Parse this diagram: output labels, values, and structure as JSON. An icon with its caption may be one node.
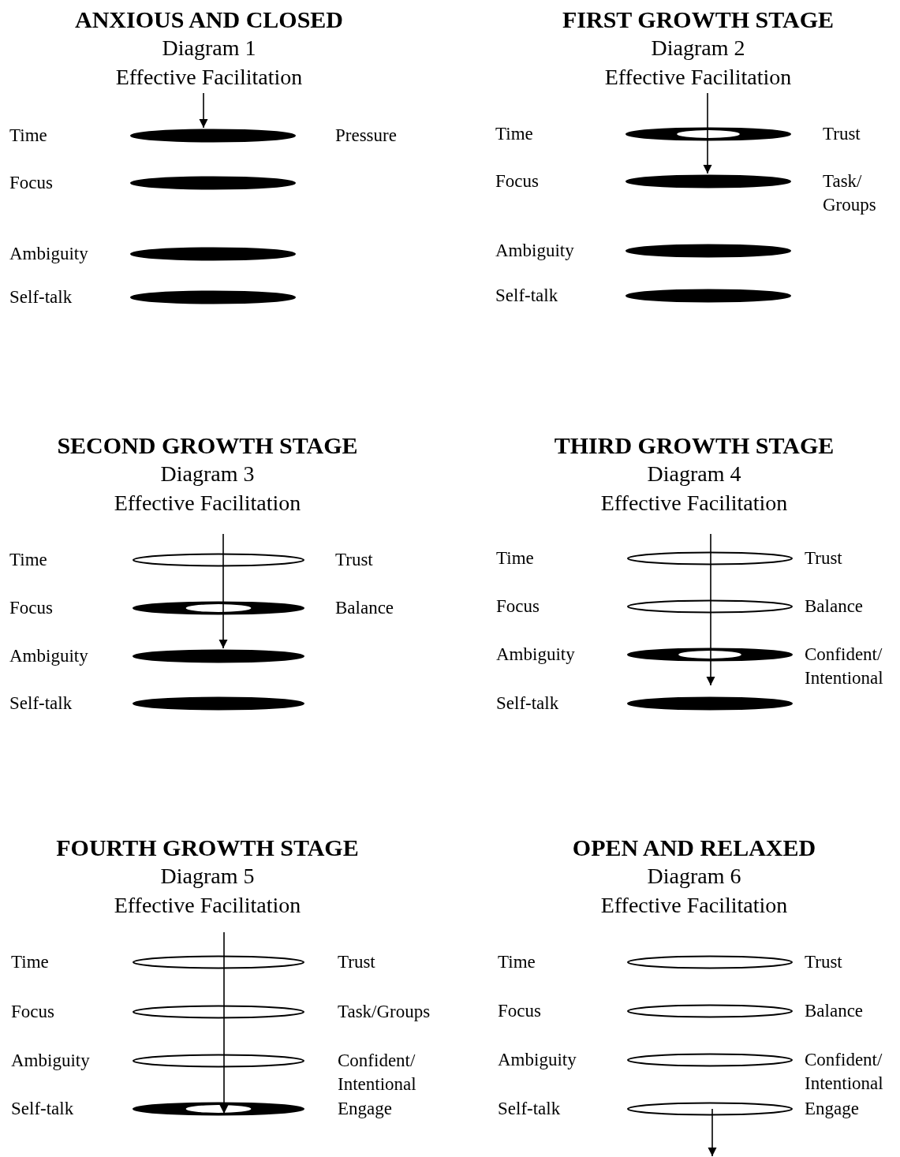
{
  "diagram": {
    "nodes": [
      {
        "text": [
          "ANXIOUS AND CLOSED",
          "Diagram 1",
          "Effective Facilitation"
        ]
      },
      {
        "text": [],
        "shape": "ellipse",
        "in": 0,
        "beside": [
          "Pressure"
        ]
      },
      {
        "text": [],
        "shape": "ellipse",
        "in": 0
      },
      {
        "text": [],
        "shape": "ellipse",
        "in": 0
      },
      {
        "text": [],
        "shape": "ellipse",
        "in": 0
      },
      {
        "text": [
          "FIRST GROWTH STAGE",
          "Diagram 2",
          "Effective Facilitation"
        ]
      },
      {
        "text": [],
        "shape": "ellipse",
        "in": 5,
        "beside": [
          "Trust"
        ]
      },
      {
        "text": [],
        "shape": "ellipse",
        "in": 5,
        "beside": [
          "Task/ Groups"
        ]
      },
      {
        "text": [],
        "shape": "ellipse",
        "in": 5
      },
      {
        "text": [],
        "shape": "ellipse",
        "in": 5
      },
      {
        "text": [
          "SECOND GROWTH STAGE",
          "Diagram 3",
          "Effective Facilitation"
        ]
      },
      {
        "text": [],
        "shape": "ellipse",
        "in": 10,
        "beside": [
          "Trust"
        ]
      },
      {
        "text": [],
        "shape": "ellipse",
        "in": 10,
        "beside": [
          "Balance"
        ]
      },
      {
        "text": [],
        "shape": "ellipse",
        "in": 10
      },
      {
        "text": [],
        "shape": "ellipse",
        "in": 10
      },
      {
        "text": [
          "THIRD GROWTH STAGE",
          "Diagram 4",
          "Effective Facilitation"
        ]
      },
      {
        "text": [],
        "shape": "ellipse",
        "in": 15,
        "beside": [
          "Trust"
        ]
      },
      {
        "text": [],
        "shape": "ellipse",
        "in": 15,
        "beside": [
          "Balance"
        ]
      },
      {
        "text": [],
        "shape": "ellipse",
        "in": 15,
        "beside": [
          "Confident/ Intentional"
        ]
      },
      {
        "text": [],
        "shape": "ellipse",
        "in": 15
      },
      {
        "text": [
          "FOURTH GROWTH STAGE",
          "Diagram 5",
          "Effective Facilitation"
        ]
      },
      {
        "text": [],
        "shape": "ellipse",
        "in": 20,
        "beside": [
          "Trust"
        ]
      },
      {
        "text": [],
        "shape": "ellipse",
        "in": 20,
        "beside": [
          "Task/Groups"
        ]
      },
      {
        "text": [],
        "shape": "ellipse",
        "in": 20,
        "beside": [
          "Confident/ Intentional"
        ]
      },
      {
        "text": [],
        "shape": "ellipse",
        "in": 20,
        "beside": [
          "Engage"
        ]
      },
      {
        "text": [
          "OPEN AND RELAXED",
          "Diagram 6",
          "Effective Facilitation"
        ]
      },
      {
        "text": [],
        "shape": "ellipse",
        "in": 25,
        "beside": [
          "Trust"
        ]
      },
      {
        "text": [],
        "shape": "ellipse",
        "in": 25,
        "beside": [
          "Balance"
        ]
      },
      {
        "text": [],
        "shape": "ellipse",
        "in": 25,
        "beside": [
          "Confident/ Intentional"
        ]
      },
      {
        "text": [],
        "shape": "ellipse",
        "in": 25,
        "beside": [
          "Engage"
        ]
      }
    ],
    "edges": [
      {
        "from": null,
        "to": 1,
        "arrow": "to"
      },
      {
        "from": null,
        "to": 7,
        "arrow": "to"
      },
      {
        "from": null,
        "to": 13,
        "arrow": "to"
      },
      {
        "from": null,
        "to": 19,
        "arrow": "to"
      },
      {
        "from": null,
        "to": 24,
        "arrow": "to"
      },
      {
        "from": 29,
        "to": null,
        "arrow": "to"
      }
    ],
    "labels": [
      "Time",
      "Focus",
      "Ambiguity",
      "Self-talk",
      "Time",
      "Focus",
      "Ambiguity",
      "Self-talk",
      "Time",
      "Focus",
      "Ambiguity",
      "Self-talk",
      "Time",
      "Focus",
      "Ambiguity",
      "Self-talk",
      "Time",
      "Focus",
      "Ambiguity",
      "Self-talk",
      "Time",
      "Focus",
      "Ambiguity",
      "Self-talk"
    ]
  }
}
